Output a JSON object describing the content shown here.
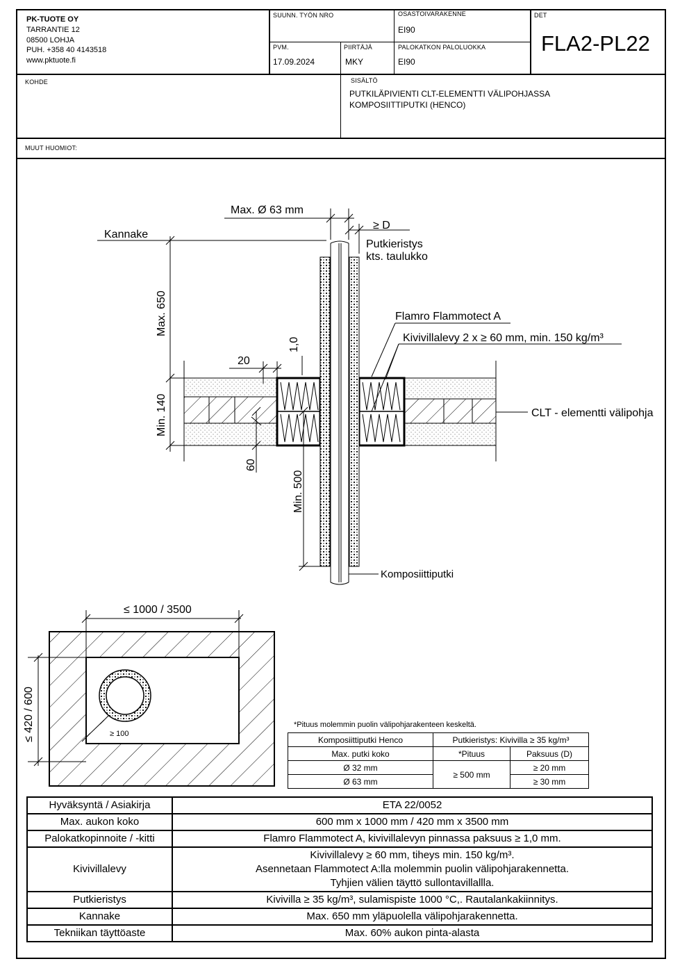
{
  "title_block": {
    "company": {
      "name": "PK-TUOTE OY",
      "street": "TARRANTIE 12",
      "postal": "08500 LOHJA",
      "phone": "PUH. +358 40 4143518",
      "web": "www.pktuote.fi"
    },
    "suunn_label": "SUUNN. TYÖN NRO",
    "suunn_value": "",
    "osasto_label": "OSASTOIVARAKENNE",
    "osasto_value": "EI90",
    "det_label": "DET",
    "det_value": "FLA2-PL22",
    "pvm_label": "PVM.",
    "pvm_value": "17.09.2024",
    "piirtaja_label": "PIIRTÄJÄ",
    "piirtaja_value": "MKY",
    "paloluokka_label": "PALOKATKON PALOLUOKKA",
    "paloluokka_value": "EI90",
    "kohde_label": "KOHDE",
    "sisalto_label": "SISÄLTÖ",
    "sisalto_line1": "PUTKILÄPIVIENTI CLT-ELEMENTTI VÄLIPOHJASSA",
    "sisalto_line2": "KOMPOSIITTIPUTKI (HENCO)",
    "muut_label": "MUUT HUOMIOT:"
  },
  "drawing": {
    "max_diameter": "Max. Ø 63 mm",
    "ge_d": "≥ D",
    "kannake": "Kannake",
    "putkieristys_1": "Putkieristys",
    "putkieristys_2": "kts. taulukko",
    "max_650": "Max. 650",
    "flamro": "Flamro Flammotect A",
    "kivivillalevy": "Kivivillalevy 2 x ≥ 60 mm, min. 150 kg/m³",
    "dim_10": "1,0",
    "dim_20": "20",
    "min_140": "Min. 140",
    "clt": "CLT - elementti välipohja",
    "dim_60": "60",
    "min_500": "Min. 500",
    "komposiittiputki": "Komposiittiputki",
    "plan_width": "≤ 1000 / 3500",
    "plan_height": "≤ 420 / 600",
    "plan_100": "≥ 100"
  },
  "small_table": {
    "note": "*Pituus molemmin puolin välipohjarakenteen keskeltä.",
    "h1": "Komposiittiputki Henco",
    "h2": "Putkieristys: Kivivilla ≥ 35 kg/m³",
    "sh1": "Max. putki koko",
    "sh2": "*Pituus",
    "sh3": "Paksuus (D)",
    "rows": [
      {
        "size": "Ø 32 mm",
        "thickness": "≥ 20 mm"
      },
      {
        "size": "Ø 63 mm",
        "thickness": "≥ 30 mm"
      }
    ],
    "length": "≥ 500 mm"
  },
  "spec_table": [
    {
      "key": "Hyväksyntä / Asiakirja",
      "value": "ETA 22/0052"
    },
    {
      "key": "Max. aukon koko",
      "value": "600 mm x 1000 mm / 420 mm x 3500 mm"
    },
    {
      "key": "Palokatkopinnoite / -kitti",
      "value": "Flamro Flammotect A, kivivillalevyn pinnassa paksuus ≥ 1,0 mm."
    },
    {
      "key": "Kivivillalevy",
      "value_lines": [
        "Kivivillalevy ≥ 60 mm, tiheys min. 150 kg/m³.",
        "Asennetaan Flammotect A:lla molemmin puolin välipohjarakennetta.",
        "Tyhjien välien täyttö sullontavillallla."
      ]
    },
    {
      "key": "Putkieristys",
      "value": "Kivivilla ≥ 35 kg/m³, sulamispiste 1000 °C,. Rautalankakiinnitys."
    },
    {
      "key": "Kannake",
      "value": "Max. 650 mm yläpuolella välipohjarakennetta."
    },
    {
      "key": "Tekniikan täyttöaste",
      "value": "Max. 60% aukon pinta-alasta"
    }
  ]
}
